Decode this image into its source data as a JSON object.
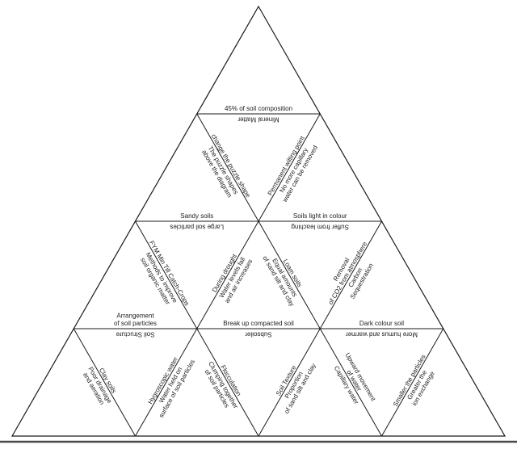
{
  "page": {
    "background": "#ffffff",
    "line_color": "#1a1a1a",
    "diagram_kind": "tarsia-triangle-puzzle"
  },
  "edges": {
    "e1": {
      "above": [
        "45% of soil composition"
      ],
      "below": [
        "Mineral Matter"
      ]
    },
    "e2": {
      "above": [
        "Sandy soils"
      ],
      "below": [
        "Large soil particles"
      ]
    },
    "e3": {
      "above": [
        "Soils light in colour"
      ],
      "below": [
        "Suffer from leaching"
      ]
    },
    "e4": {
      "above": [
        "Arrangement",
        "of soil particles"
      ],
      "below": [
        "Soil Structure"
      ]
    },
    "e5": {
      "above": [
        "Break up compacted soil"
      ],
      "below": [
        "Subsoiler"
      ]
    },
    "e6": {
      "above": [
        "Dark colour soil"
      ],
      "below": [
        "More humus and warmer"
      ]
    },
    "e7": {
      "left": [
        "The puzzle shapes",
        "above the diagram"
      ],
      "right": [
        "change the puzzle shape"
      ]
    },
    "e8": {
      "left": [
        "Permanent wilting point"
      ],
      "right": [
        "No more capillary",
        "water can be removed"
      ]
    },
    "e9": {
      "left": [
        "Methods to improve",
        "soil organic matter"
      ],
      "right": [
        "FYM Min Till Catch-Crops"
      ]
    },
    "e10": {
      "left": [
        "Equal amounts",
        "of sand silt and clay"
      ],
      "right": [
        "Loam soils"
      ]
    },
    "e11": {
      "left": [
        "During drought"
      ],
      "right": [
        "Water levels fall",
        "and air increases"
      ]
    },
    "e12": {
      "left": [
        "Poor drainage",
        "and aeration"
      ],
      "right": [
        "Clay soils"
      ]
    },
    "e13": {
      "left": [
        "Removal",
        "of CO2 from atmosphere"
      ],
      "right": [
        "Carbon",
        "Sequestration"
      ]
    },
    "e14": {
      "left": [
        "Clumping together",
        "of soil particles"
      ],
      "right": [
        "Flocculation"
      ]
    },
    "e15": {
      "left": [
        "Hygroscopic water"
      ],
      "right": [
        "Water held on",
        "surface of soil particles"
      ]
    },
    "e16": {
      "left": [
        "Capillary water"
      ],
      "right": [
        "Upward movement",
        "of water"
      ]
    },
    "e17": {
      "left": [
        "Soil Texture"
      ],
      "right": [
        "Proportion",
        "of sand silt and clay"
      ]
    },
    "e19": {
      "left": [
        "Smaller the particles"
      ],
      "right": [
        "Greater the",
        "ion exchange"
      ]
    }
  }
}
